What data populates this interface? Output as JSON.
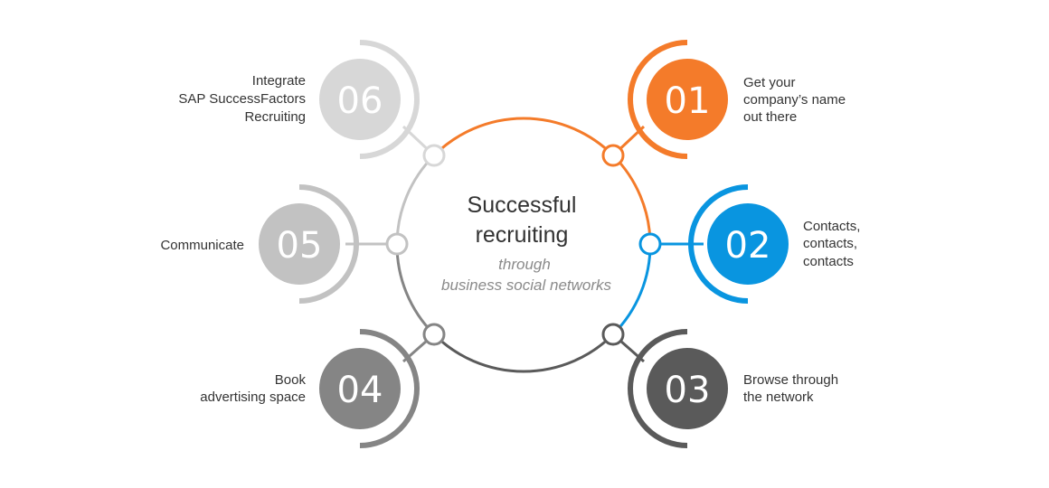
{
  "center": {
    "title_lines": [
      "Successful",
      "recruiting"
    ],
    "subtitle_lines": [
      "through",
      "business social networks"
    ]
  },
  "steps": [
    {
      "number": "01",
      "label_lines": [
        "Get your",
        "company’s name",
        "out there"
      ],
      "color": "#f47b2a"
    },
    {
      "number": "02",
      "label_lines": [
        "Contacts,",
        "contacts,",
        "contacts"
      ],
      "color": "#0995e0"
    },
    {
      "number": "03",
      "label_lines": [
        "Browse through",
        "the network"
      ],
      "color": "#5a5a5a"
    },
    {
      "number": "04",
      "label_lines": [
        "Book",
        "advertising space"
      ],
      "color": "#858585"
    },
    {
      "number": "05",
      "label_lines": [
        "Communicate"
      ],
      "color": "#c2c2c2"
    },
    {
      "number": "06",
      "label_lines": [
        "Integrate",
        "SAP SuccessFactors",
        "Recruiting"
      ],
      "color": "#d7d7d7"
    }
  ]
}
